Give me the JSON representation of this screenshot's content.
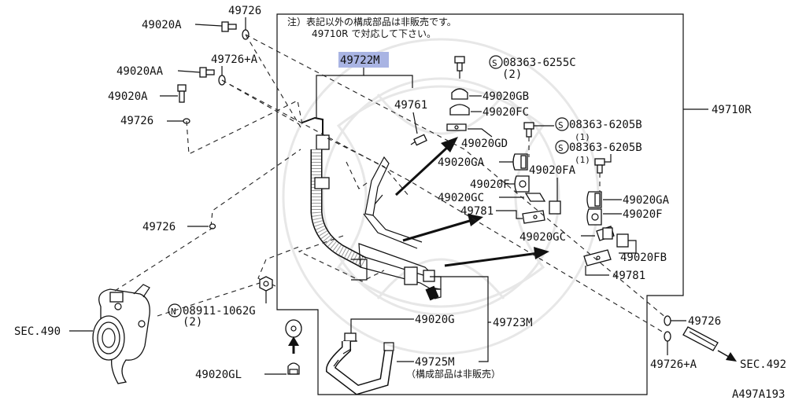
{
  "note": {
    "line1": "注）表記以外の構成部品は非販売です。",
    "line2": "49710R で対応して下さい。"
  },
  "labels": {
    "p49726_top": "49726",
    "p49020A_top": "49020A",
    "p49726A_top": "49726+A",
    "p49020AA": "49020AA",
    "p49020A_mid": "49020A",
    "p49726_mid": "49726",
    "p49726_left": "49726",
    "p49722M": "49722M",
    "p49761": "49761",
    "p08363C": "08363-6255C",
    "p08363C_qty": "(2)",
    "p49020GB": "49020GB",
    "p49020FC": "49020FC",
    "p49020GD": "49020GD",
    "p08363B1": "08363-6205B",
    "p08363B1_qty": "(1)",
    "p08363B2": "08363-6205B",
    "p08363B2_qty": "(1)",
    "p49020GA_l": "49020GA",
    "p49020FA": "49020FA",
    "p49020F_l": "49020F",
    "p49020GC_l": "49020GC",
    "p49781_l": "49781",
    "p49020GA_r": "49020GA",
    "p49020F_r": "49020F",
    "p49020GC_r": "49020GC",
    "p49020FB": "49020FB",
    "p49781_r": "49781",
    "p49710R": "49710R",
    "sec490": "SEC.490",
    "p08911": "08911-1062G",
    "p08911_qty": "(2)",
    "p49020G": "49020G",
    "p49723M": "49723M",
    "p49725M": "49725M",
    "p49725M_note": "（構成部品は非販売）",
    "p49020GL": "49020GL",
    "p49726_br": "49726",
    "p49726A_br": "49726+A",
    "sec492": "SEC.492",
    "diagram_id": "A497A193"
  },
  "symbols": {
    "s": "S",
    "n": "N"
  },
  "colors": {
    "highlight": "#a9b4e3",
    "line": "#111111"
  }
}
